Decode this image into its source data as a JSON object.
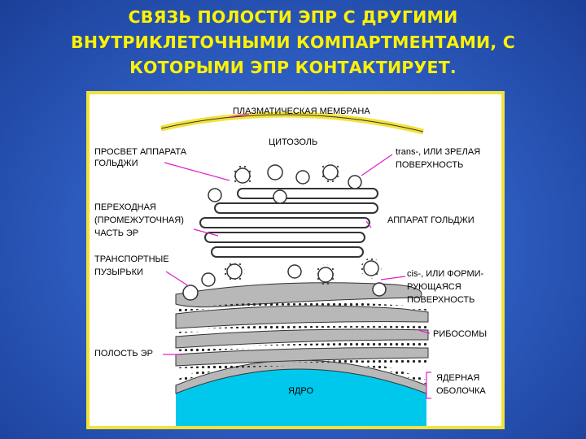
{
  "slide": {
    "title_lines": [
      "СВЯЗЬ ПОЛОСТИ ЭПР С ДРУГИМИ",
      "ВНУТРИКЛЕТОЧНЫМИ КОМПАРТМЕНТАМИ, С",
      "КОТОРЫМИ ЭПР КОНТАКТИРУЕТ."
    ]
  },
  "diagram": {
    "labels": {
      "plasma_membrane": "ПЛАЗМАТИЧЕСКАЯ МЕМБРАНА",
      "cytosol": "ЦИТОЗОЛЬ",
      "golgi_lumen_1": "ПРОСВЕТ АППАРАТА",
      "golgi_lumen_2": "ГОЛЬДЖИ",
      "trans_1": "trans-, ИЛИ ЗРЕЛАЯ",
      "trans_2": "ПОВЕРХНОСТЬ",
      "transitional_1": "ПЕРЕХОДНАЯ",
      "transitional_2": "(ПРОМЕЖУТОЧНАЯ)",
      "transitional_3": "ЧАСТЬ ЭР",
      "golgi_apparatus": "АППАРАТ ГОЛЬДЖИ",
      "transport_1": "ТРАНСПОРТНЫЕ",
      "transport_2": "ПУЗЫРЬКИ",
      "cis_1": "cis-, ИЛИ ФОРМИ-",
      "cis_2": "РУЮЩАЯСЯ",
      "cis_3": "ПОВЕРХНОСТЬ",
      "ribosomes": "РИБОСОМЫ",
      "er_cavity": "ПОЛОСТЬ ЭР",
      "nucleus": "ЯДРО",
      "nuclear_envelope_1": "ЯДЕРНАЯ",
      "nuclear_envelope_2": "ОБОЛОЧКА"
    },
    "colors": {
      "title": "#fff200",
      "nucleus": "#00c8ec",
      "membrane": "#f2e23a",
      "er": "#b8b8b8",
      "leader_lines": "#e020c8"
    }
  }
}
